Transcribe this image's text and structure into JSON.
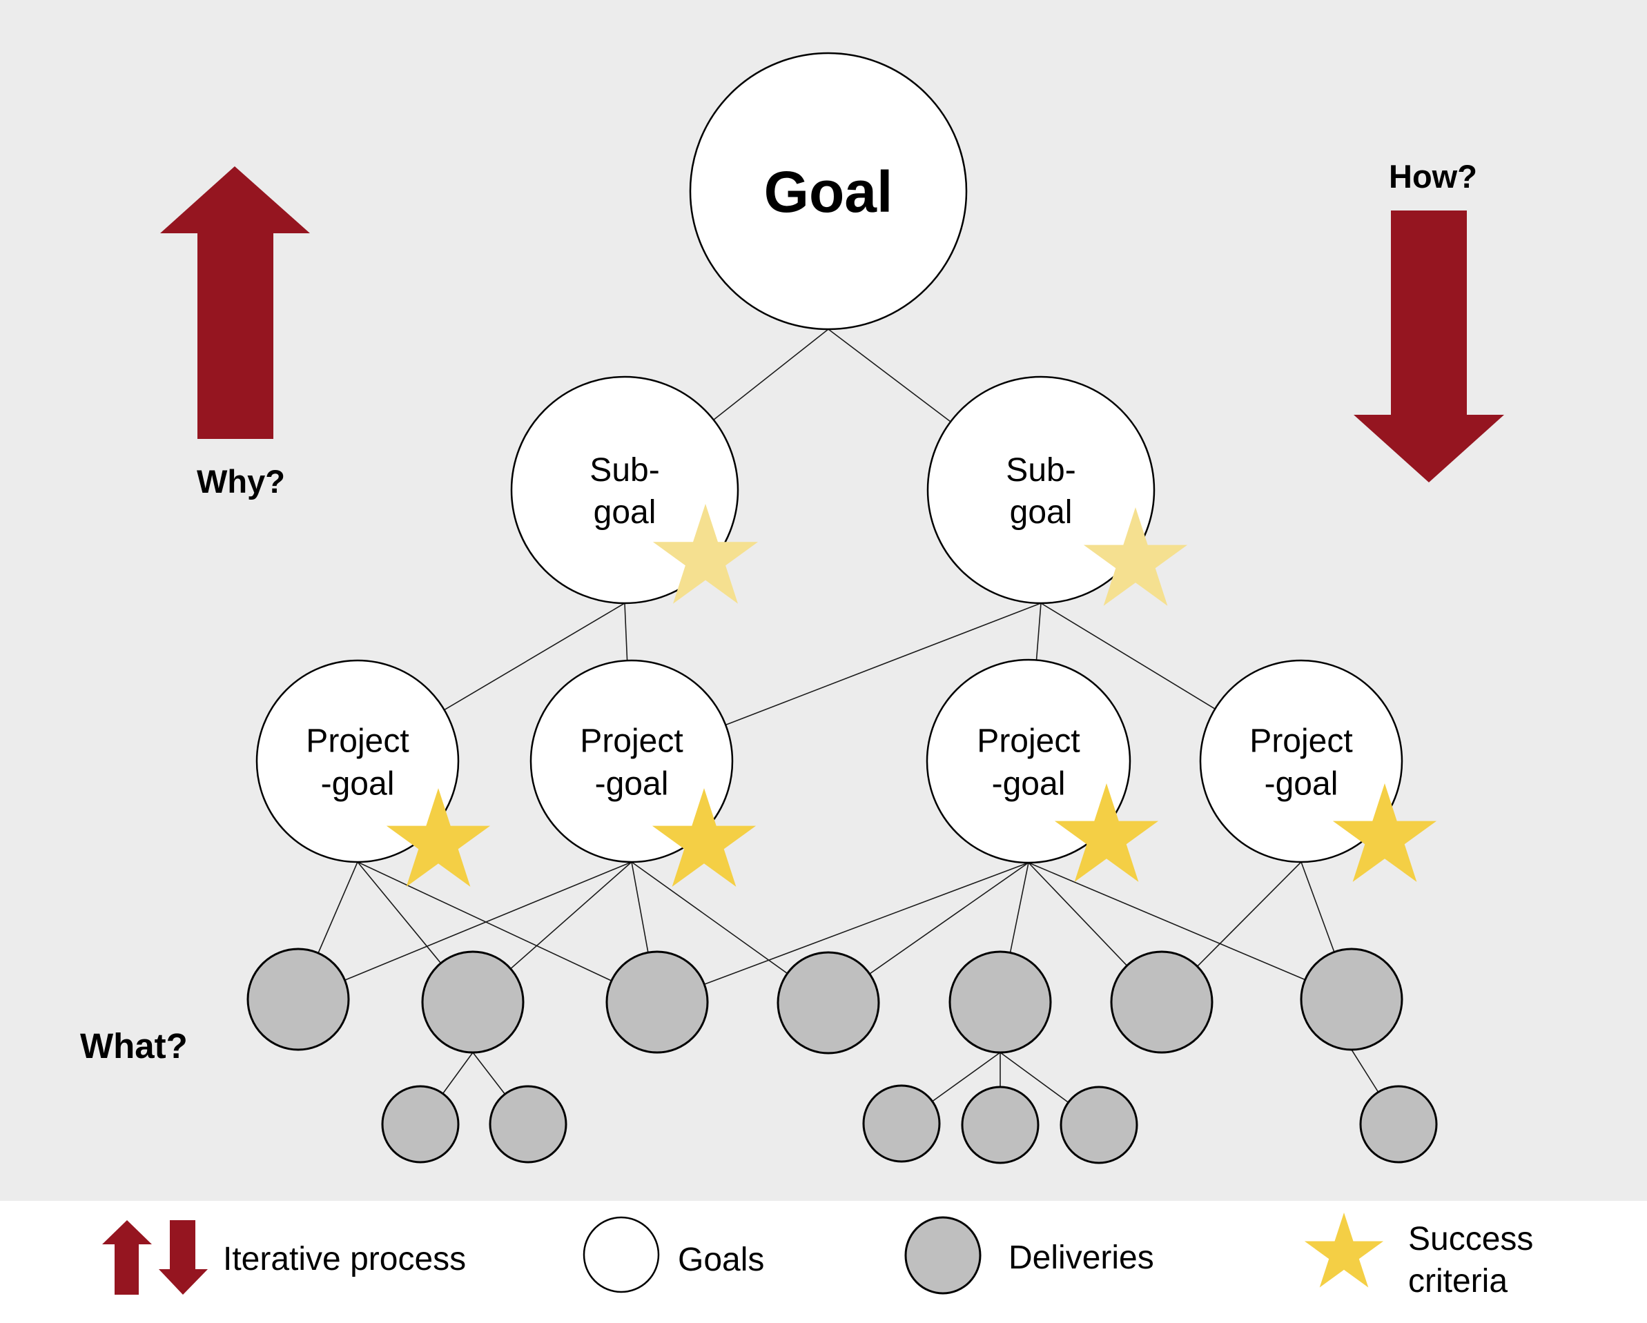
{
  "colors": {
    "background": "#ececec",
    "legend_background": "#ffffff",
    "arrow": "#951520",
    "goal_fill": "#ffffff",
    "delivery_fill": "#bfbfbf",
    "star_success": "#f4cf45",
    "star_subgoal": "#f5e090"
  },
  "side_labels": {
    "why": "Why?",
    "how": "How?",
    "what": "What?"
  },
  "nodes": [
    {
      "id": "goal",
      "type": "goal",
      "level": "goal",
      "lines": [
        "Goal"
      ],
      "star": null
    },
    {
      "id": "sg1",
      "type": "goal",
      "level": "sub-goal",
      "lines": [
        "Sub-",
        "goal"
      ],
      "star": "light"
    },
    {
      "id": "sg2",
      "type": "goal",
      "level": "sub-goal",
      "lines": [
        "Sub-",
        "goal"
      ],
      "star": "light"
    },
    {
      "id": "pg1",
      "type": "goal",
      "level": "project-goal",
      "lines": [
        "Project",
        "-goal"
      ],
      "star": "full"
    },
    {
      "id": "pg2",
      "type": "goal",
      "level": "project-goal",
      "lines": [
        "Project",
        "-goal"
      ],
      "star": "full"
    },
    {
      "id": "pg3",
      "type": "goal",
      "level": "project-goal",
      "lines": [
        "Project",
        "-goal"
      ],
      "star": "full"
    },
    {
      "id": "pg4",
      "type": "goal",
      "level": "project-goal",
      "lines": [
        "Project",
        "-goal"
      ],
      "star": "full"
    },
    {
      "id": "d1",
      "type": "delivery",
      "level": "delivery",
      "lines": [],
      "star": null
    },
    {
      "id": "d2",
      "type": "delivery",
      "level": "delivery",
      "lines": [],
      "star": null
    },
    {
      "id": "d3",
      "type": "delivery",
      "level": "delivery",
      "lines": [],
      "star": null
    },
    {
      "id": "d4",
      "type": "delivery",
      "level": "delivery",
      "lines": [],
      "star": null
    },
    {
      "id": "d5",
      "type": "delivery",
      "level": "delivery",
      "lines": [],
      "star": null
    },
    {
      "id": "d6",
      "type": "delivery",
      "level": "delivery",
      "lines": [],
      "star": null
    },
    {
      "id": "d7",
      "type": "delivery",
      "level": "delivery",
      "lines": [],
      "star": null
    },
    {
      "id": "s1",
      "type": "delivery",
      "level": "sub-delivery",
      "lines": [],
      "star": null
    },
    {
      "id": "s2",
      "type": "delivery",
      "level": "sub-delivery",
      "lines": [],
      "star": null
    },
    {
      "id": "s3",
      "type": "delivery",
      "level": "sub-delivery",
      "lines": [],
      "star": null
    },
    {
      "id": "s4",
      "type": "delivery",
      "level": "sub-delivery",
      "lines": [],
      "star": null
    },
    {
      "id": "s5",
      "type": "delivery",
      "level": "sub-delivery",
      "lines": [],
      "star": null
    },
    {
      "id": "s6",
      "type": "delivery",
      "level": "sub-delivery",
      "lines": [],
      "star": null
    }
  ],
  "edges": [
    [
      "goal",
      "sg1"
    ],
    [
      "goal",
      "sg2"
    ],
    [
      "sg1",
      "pg1"
    ],
    [
      "sg1",
      "pg2"
    ],
    [
      "sg2",
      "pg2"
    ],
    [
      "sg2",
      "pg3"
    ],
    [
      "sg2",
      "pg4"
    ],
    [
      "pg1",
      "d1"
    ],
    [
      "pg1",
      "d2"
    ],
    [
      "pg1",
      "d3"
    ],
    [
      "pg2",
      "d1"
    ],
    [
      "pg2",
      "d2"
    ],
    [
      "pg2",
      "d3"
    ],
    [
      "pg2",
      "d4"
    ],
    [
      "pg3",
      "d3"
    ],
    [
      "pg3",
      "d4"
    ],
    [
      "pg3",
      "d5"
    ],
    [
      "pg3",
      "d6"
    ],
    [
      "pg3",
      "d7"
    ],
    [
      "pg4",
      "d6"
    ],
    [
      "pg4",
      "d7"
    ],
    [
      "d2",
      "s1"
    ],
    [
      "d2",
      "s2"
    ],
    [
      "d5",
      "s3"
    ],
    [
      "d5",
      "s4"
    ],
    [
      "d5",
      "s5"
    ],
    [
      "d7",
      "s6"
    ]
  ],
  "legend": {
    "items": [
      {
        "id": "iterative",
        "icon": "up-down-arrows-icon",
        "label_lines": [
          "Iterative process"
        ]
      },
      {
        "id": "goals",
        "icon": "white-circle-icon",
        "label_lines": [
          "Goals"
        ]
      },
      {
        "id": "deliveries",
        "icon": "gray-circle-icon",
        "label_lines": [
          "Deliveries"
        ]
      },
      {
        "id": "success",
        "icon": "star-icon",
        "label_lines": [
          "Success",
          "criteria"
        ]
      }
    ]
  }
}
